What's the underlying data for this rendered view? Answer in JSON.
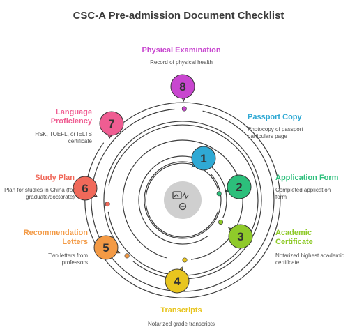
{
  "title": "CSC-A Pre-admission Document Checklist",
  "steps": [
    {
      "number": "1",
      "label": "Passport Copy",
      "description": "Photocopy of passport particulars page",
      "color": "#2fa9d4"
    },
    {
      "number": "2",
      "label": "Application Form",
      "description": "Completed application form",
      "color": "#2cbf7b"
    },
    {
      "number": "3",
      "label": "Academic Certificate",
      "description": "Notarized highest academic certificate",
      "color": "#8fca2a"
    },
    {
      "number": "4",
      "label": "Transcripts",
      "description": "Notarized grade transcripts",
      "color": "#e8c51f"
    },
    {
      "number": "5",
      "label": "Recommendation Letters",
      "description": "Two letters from professors",
      "color": "#f39a45"
    },
    {
      "number": "6",
      "label": "Study Plan",
      "description": "Plan for studies in China (for graduate/doctorate)",
      "color": "#f0695a"
    },
    {
      "number": "7",
      "label": "Language Proficiency",
      "description": "HSK, TOEFL, or IELTS certificate",
      "color": "#ef5d92"
    },
    {
      "number": "8",
      "label": "Physical Examination",
      "description": "Record of physical health",
      "color": "#c846cf"
    }
  ],
  "center_icon": "document-check-icon"
}
